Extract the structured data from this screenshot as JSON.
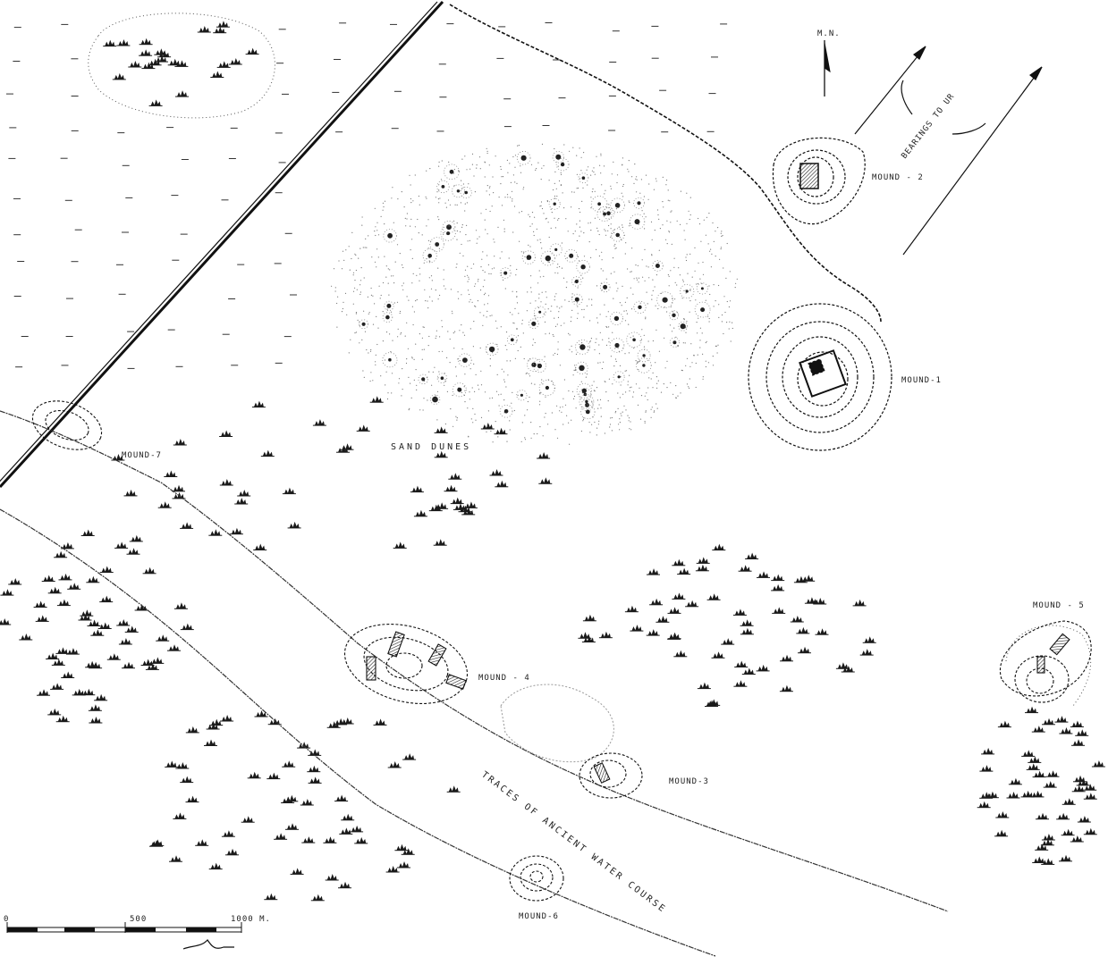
{
  "map": {
    "north_label": "M.N.",
    "bearing_label": "BEARINGS TO UR",
    "sand_dunes_label": "SAND DUNES",
    "water_course_label": "TRACES OF ANCIENT WATER COURSE",
    "mounds": {
      "m1": "MOUND-1",
      "m2": "MOUND - 2",
      "m3": "MOUND-3",
      "m4": "MOUND - 4",
      "m5": "MOUND - 5",
      "m6": "MOUND-6",
      "m7": "MOUND-7"
    },
    "scale": {
      "start": "0",
      "mid": "500",
      "end": "1000 M."
    },
    "ink_color": "#1a1a1a"
  }
}
